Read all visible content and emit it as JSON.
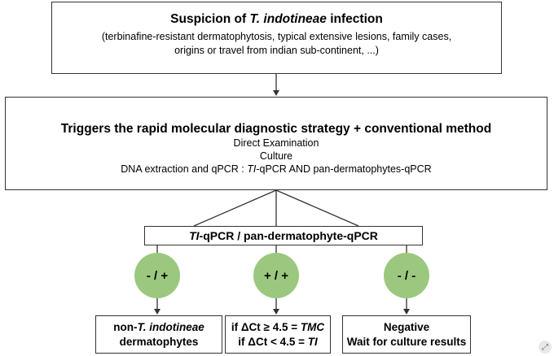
{
  "suspicion": {
    "title_prefix": "Suspicion of ",
    "title_italic": "T. indotineae",
    "title_suffix": " infection",
    "line1": "(terbinafine-resistant dermatophytosis, typical extensive lesions, family cases,",
    "line2": "origins or travel from indian sub-continent, ...)"
  },
  "strategy": {
    "title": "Triggers the rapid molecular diagnostic strategy + conventional method",
    "line1": "Direct Examination",
    "line2": "Culture",
    "line3_prefix": "DNA extraction and qPCR : ",
    "line3_italic": "TI",
    "line3_suffix": "-qPCR AND pan-dermatophytes-qPCR"
  },
  "qpcr": {
    "label_italic": "TI",
    "label_rest": "-qPCR / pan-dermatophyte-qPCR"
  },
  "branches": [
    {
      "sign": "- / +"
    },
    {
      "sign": "+ / +"
    },
    {
      "sign": "- / -"
    }
  ],
  "results": {
    "r1_prefix": "non-",
    "r1_italic": "T. indotineae",
    "r1_line2": "dermatophytes",
    "r2_line1_prefix": "if ΔCt ≥ 4.5 = ",
    "r2_line1_italic": "TMC",
    "r2_line2_prefix": "if ΔCt < 4.5 = ",
    "r2_line2_italic": "TI",
    "r3_line1": "Negative",
    "r3_line2": "Wait for culture results"
  },
  "colors": {
    "circle": "#9bc87e",
    "border": "#333333"
  },
  "icons": {
    "corner": "expand-icon"
  }
}
